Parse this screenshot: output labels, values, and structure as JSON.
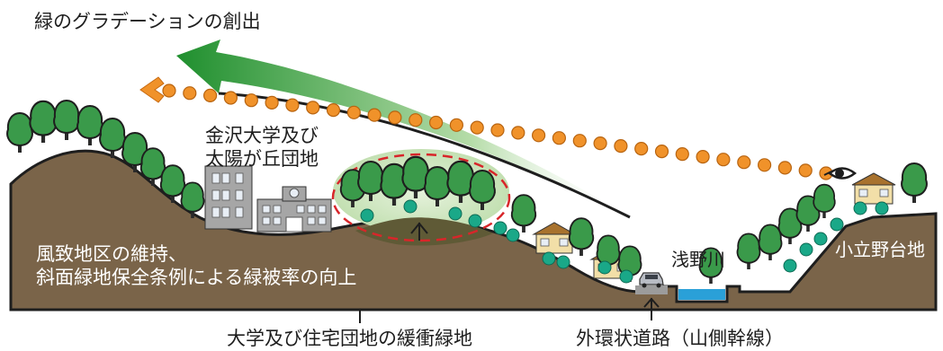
{
  "labels": {
    "title": "緑のグラデーションの創出",
    "univ_line1": "金沢大学及び",
    "univ_line2": "太陽が丘団地",
    "fuchi_line1": "風致地区の維持、",
    "fuchi_line2": "斜面緑地保全条例による緑被率の向上",
    "river": "浅野川",
    "kodatsuno": "小立野台地",
    "buffer": "大学及び住宅団地の緩衝緑地",
    "road": "外環状道路（山側幹線）"
  },
  "icons": {
    "car": "car-icon",
    "eye": "eye-icon",
    "arrow": "green-gradient-arrow-icon"
  },
  "colors": {
    "ground": "#7a6449",
    "ground_outline": "#1e1e1e",
    "tree_green": "#3a9a4a",
    "tree_light": "#4caa55",
    "shrub_teal": "#1aa888",
    "dot_orange": "#f0922a",
    "arrow_green": "#2e9a3a",
    "buffer_halo": "#cfe6c0",
    "buffer_dash": "#d8262a",
    "river_blue": "#2aa0d8",
    "house_wall": "#f2dfa8",
    "house_roof": "#a8722e",
    "building_gray": "#a6a6a6"
  }
}
